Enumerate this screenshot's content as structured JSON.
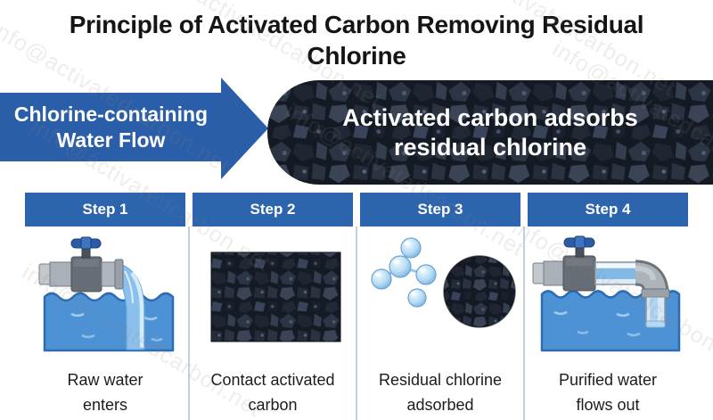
{
  "title": "Principle of Activated Carbon Removing Residual Chlorine",
  "title_lines": [
    "Principle of Activated Carbon Removing Residual",
    "Chlorine"
  ],
  "flow": {
    "arrow_label": "Chlorine-containing Water Flow",
    "arrow_lines": [
      "Chlorine-containing",
      "Water Flow"
    ],
    "capsule_label": "Activated carbon adsorbs residual chlorine",
    "capsule_lines": [
      "Activated carbon adsorbs",
      "residual chlorine"
    ]
  },
  "steps": [
    {
      "label": "Step 1",
      "caption": "Raw water enters",
      "caption_lines": [
        "Raw water",
        "enters"
      ],
      "illustration": "valve-pipe-pouring-raw-water-into-pool"
    },
    {
      "label": "Step 2",
      "caption": "Contact activated carbon",
      "caption_lines": [
        "Contact activated",
        "carbon"
      ],
      "illustration": "activated-carbon-granules-photo"
    },
    {
      "label": "Step 3",
      "caption": "Residual chlorine adsorbed",
      "caption_lines": [
        "Residual chlorine",
        "adsorbed"
      ],
      "illustration": "chlorine-molecules-next-to-carbon-circle"
    },
    {
      "label": "Step 4",
      "caption": "Purified water flows out",
      "caption_lines": [
        "Purified water",
        "flows out"
      ],
      "illustration": "valve-pipe-elbow-into-purified-pool"
    }
  ],
  "watermark": {
    "text": "info@activatedcarbon.net"
  },
  "colors": {
    "arrow_blue": "#2b5ea9",
    "header_blue": "#2c64ae",
    "carbon_dark": "#141a24",
    "water_blue": "#4e92d6",
    "stream_blue": "#8cc0ec",
    "molecule_blue": "#b5dbf3",
    "separator": "#c3d0e2",
    "text_dark": "#1c1c1c"
  }
}
